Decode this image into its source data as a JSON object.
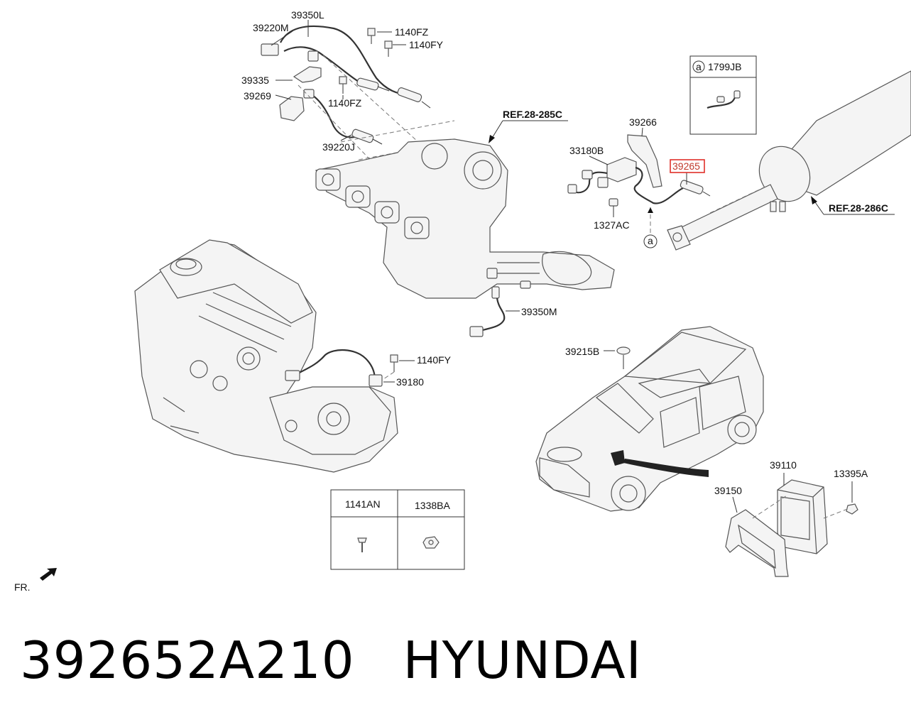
{
  "diagram": {
    "labels": {
      "l39350L": "39350L",
      "l39220M": "39220M",
      "l1140FZ_a": "1140FZ",
      "l1140FY_a": "1140FY",
      "l39335": "39335",
      "l39269": "39269",
      "l1140FZ_b": "1140FZ",
      "l39220J": "39220J",
      "ref285": "REF.28-285C",
      "l39266": "39266",
      "l33180B": "33180B",
      "l39265": "39265",
      "l1327AC": "1327AC",
      "callout_a": "a",
      "ref286": "REF.28-286C",
      "l39350M": "39350M",
      "l1140FY_b": "1140FY",
      "l39180": "39180",
      "l39215B": "39215B",
      "l39110": "39110",
      "l13395A": "13395A",
      "l39150": "39150",
      "fr": "FR."
    },
    "inset_box": {
      "marker": "a",
      "code": "1799JB"
    },
    "fastener_table": {
      "col1": "1141AN",
      "col2": "1338BA"
    },
    "highlight_color": "#e0302a"
  },
  "footer": {
    "part_number": "392652A210",
    "brand": "HYUNDAI"
  }
}
